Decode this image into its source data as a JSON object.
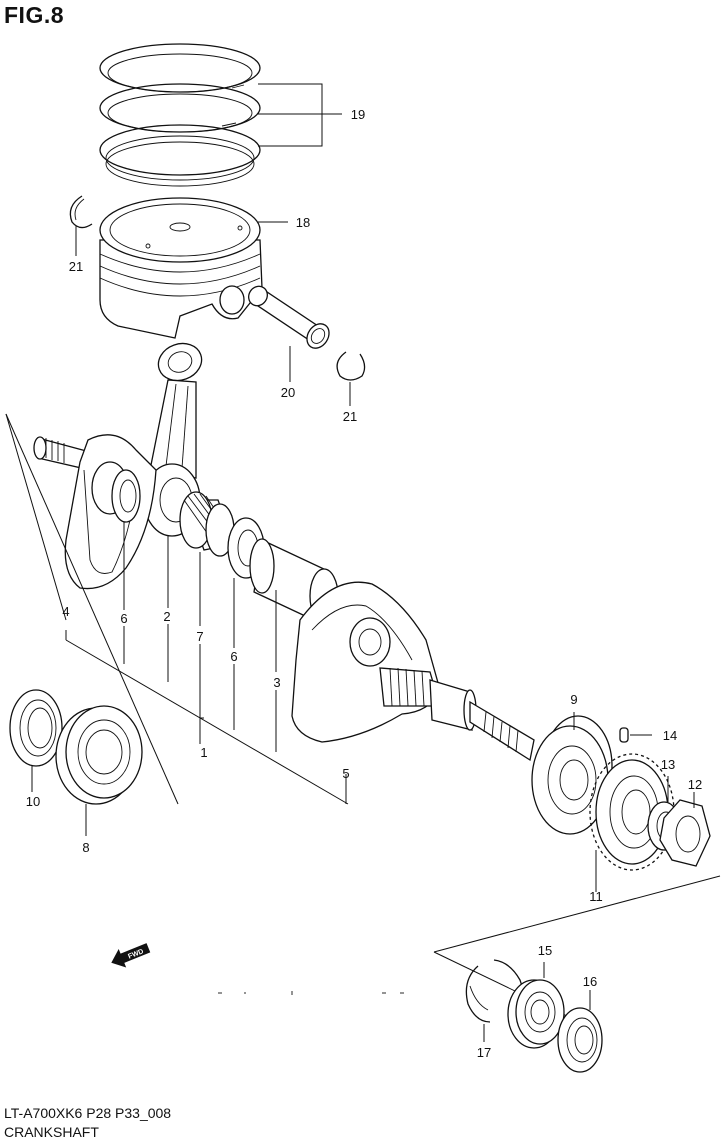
{
  "header": {
    "figure_title": "FIG.8"
  },
  "footer": {
    "diagram_code": "LT-A700XK6 P28 P33_008",
    "caption": "CRANKSHAFT"
  },
  "direction_indicator": {
    "label": "FWD",
    "icon": "arrow-left-icon"
  },
  "callouts": [
    {
      "part": "piston-rings",
      "ref": "19"
    },
    {
      "part": "piston",
      "ref": "18"
    },
    {
      "part": "piston-pin-circlip-left",
      "ref": "21"
    },
    {
      "part": "piston-pin",
      "ref": "20"
    },
    {
      "part": "piston-pin-circlip-right",
      "ref": "21"
    },
    {
      "part": "crank-web-left",
      "ref": "4"
    },
    {
      "part": "thrust-washer-left",
      "ref": "6"
    },
    {
      "part": "connecting-rod",
      "ref": "2"
    },
    {
      "part": "needle-bearing",
      "ref": "7"
    },
    {
      "part": "thrust-washer-right",
      "ref": "6"
    },
    {
      "part": "crank-pin",
      "ref": "3"
    },
    {
      "part": "crankshaft-assy",
      "ref": "1"
    },
    {
      "part": "crank-web-right",
      "ref": "5"
    },
    {
      "part": "oil-seal",
      "ref": "10"
    },
    {
      "part": "crank-bearing",
      "ref": "8"
    },
    {
      "part": "bearing-right",
      "ref": "9"
    },
    {
      "part": "pin",
      "ref": "14"
    },
    {
      "part": "washer",
      "ref": "13"
    },
    {
      "part": "nut",
      "ref": "12"
    },
    {
      "part": "primary-gear",
      "ref": "11"
    },
    {
      "part": "bearing-small",
      "ref": "15"
    },
    {
      "part": "oil-seal-small",
      "ref": "16"
    },
    {
      "part": "circlip",
      "ref": "17"
    }
  ]
}
